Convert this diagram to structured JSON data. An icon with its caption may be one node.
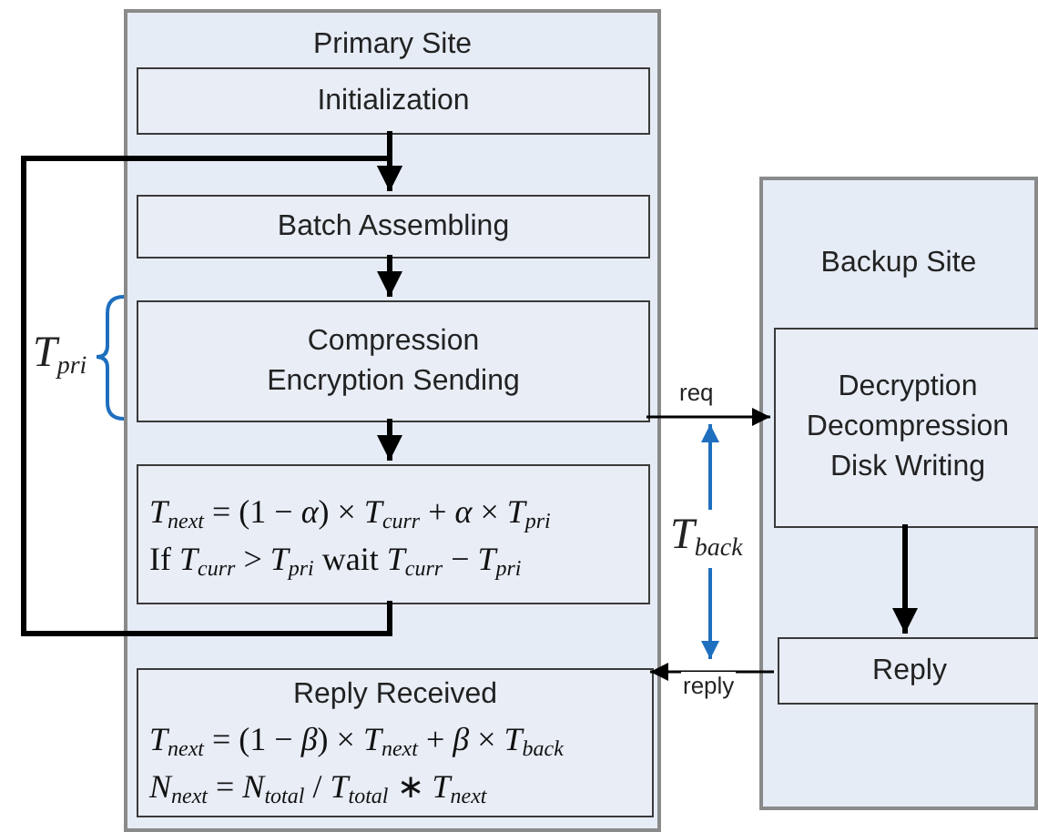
{
  "diagram": {
    "nodes": [
      {
        "text": [
          "Primary Site"
        ]
      },
      {
        "text": [
          "Initialization"
        ],
        "in": 0
      },
      {
        "text": [
          "Batch Assembling"
        ],
        "in": 0
      },
      {
        "text": [
          "Compression Encryption Sending"
        ],
        "in": 0
      },
      {
        "text": [
          "*T*$_{next}$ = (1 − *α*) × *T*$_{curr}$ + *α* × *T*$_{pri}$",
          "If *T*$_{curr}$ > *T*$_{pri}$ wait *T*$_{curr}$ − *T*$_{pri}$"
        ],
        "in": 0
      },
      {
        "text": [
          "Reply Received",
          "*T*$_{next}$ = (1 − *β*) × *T*$_{next}$ + *β* × *T*$_{back}$",
          "*N*$_{next}$ = *N*$_{total}$ / *T*$_{total}$ ∗ *T*$_{next}$"
        ],
        "in": 0
      },
      {
        "text": [
          "Backup Site"
        ]
      },
      {
        "text": [
          "Decryption Decompression Disk Writing"
        ],
        "in": 6
      },
      {
        "text": [
          "Reply"
        ],
        "in": 6
      }
    ],
    "edges": [
      {
        "from": 1,
        "to": 2,
        "arrow": "to"
      },
      {
        "from": 2,
        "to": 3,
        "arrow": "to"
      },
      {
        "from": 3,
        "to": 4,
        "arrow": "to"
      },
      {
        "from": 4,
        "to": 2,
        "arrow": "to"
      },
      {
        "from": 3,
        "to": 7,
        "arrow": "to",
        "label": "req"
      },
      {
        "from": 8,
        "to": 5,
        "arrow": "to",
        "label": "reply"
      },
      {
        "from": 7,
        "to": 8,
        "arrow": "to"
      }
    ],
    "labels": [
      "T$_{pri}$",
      "T$_{back}$"
    ]
  }
}
